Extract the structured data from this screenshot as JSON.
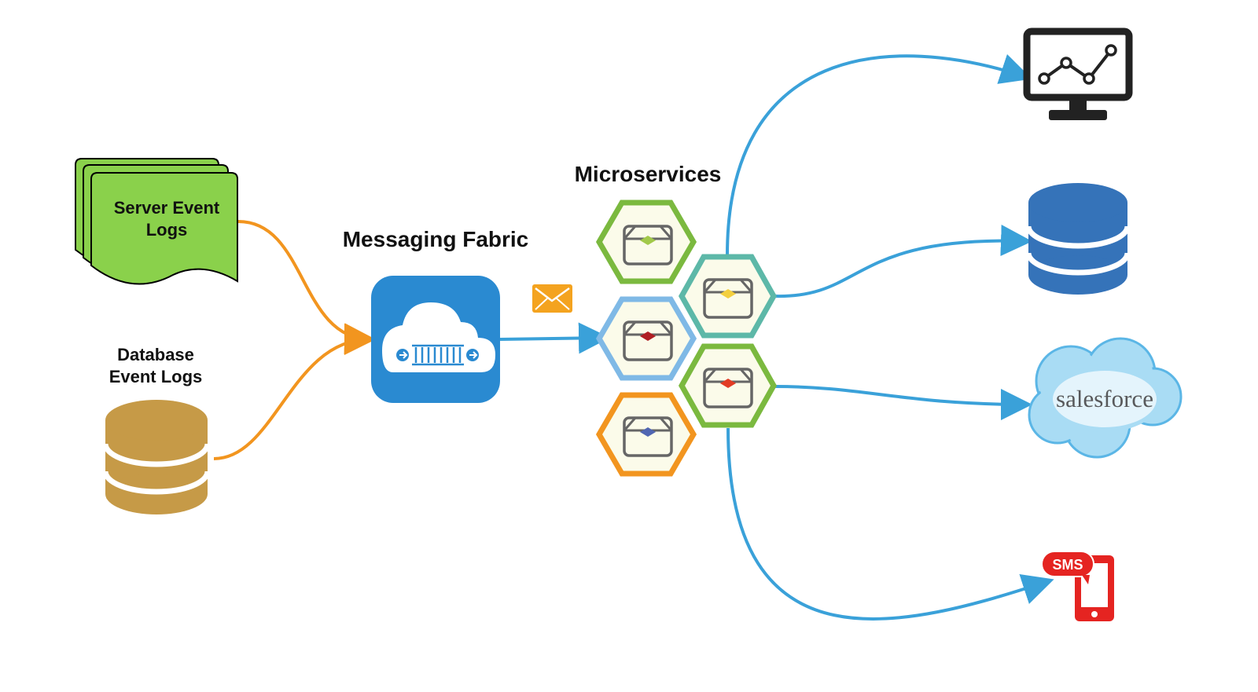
{
  "labels": {
    "server_logs": [
      "Server Event",
      "Logs"
    ],
    "database_logs": [
      "Database",
      "Event Logs"
    ],
    "messaging_fabric": "Messaging Fabric",
    "microservices": "Microservices"
  },
  "destinations": {
    "salesforce": "salesforce",
    "sms": "SMS"
  },
  "icons": {
    "server_logs": "document-stack-icon",
    "database_logs": "database-icon",
    "messaging_fabric": "cloud-queue-icon",
    "message": "envelope-icon",
    "microservice": "cube-icon",
    "dashboard": "monitor-chart-icon",
    "database_out": "database-icon",
    "salesforce": "salesforce-cloud-icon",
    "sms": "sms-phone-icon"
  },
  "colors": {
    "input_flow": "#f2951f",
    "output_flow": "#3aa1d9",
    "server_logs": "#8ad14b",
    "database_logs": "#c69a47",
    "fabric": "#2a8ad1",
    "database_out": "#3573b9",
    "sms": "#e52421"
  }
}
